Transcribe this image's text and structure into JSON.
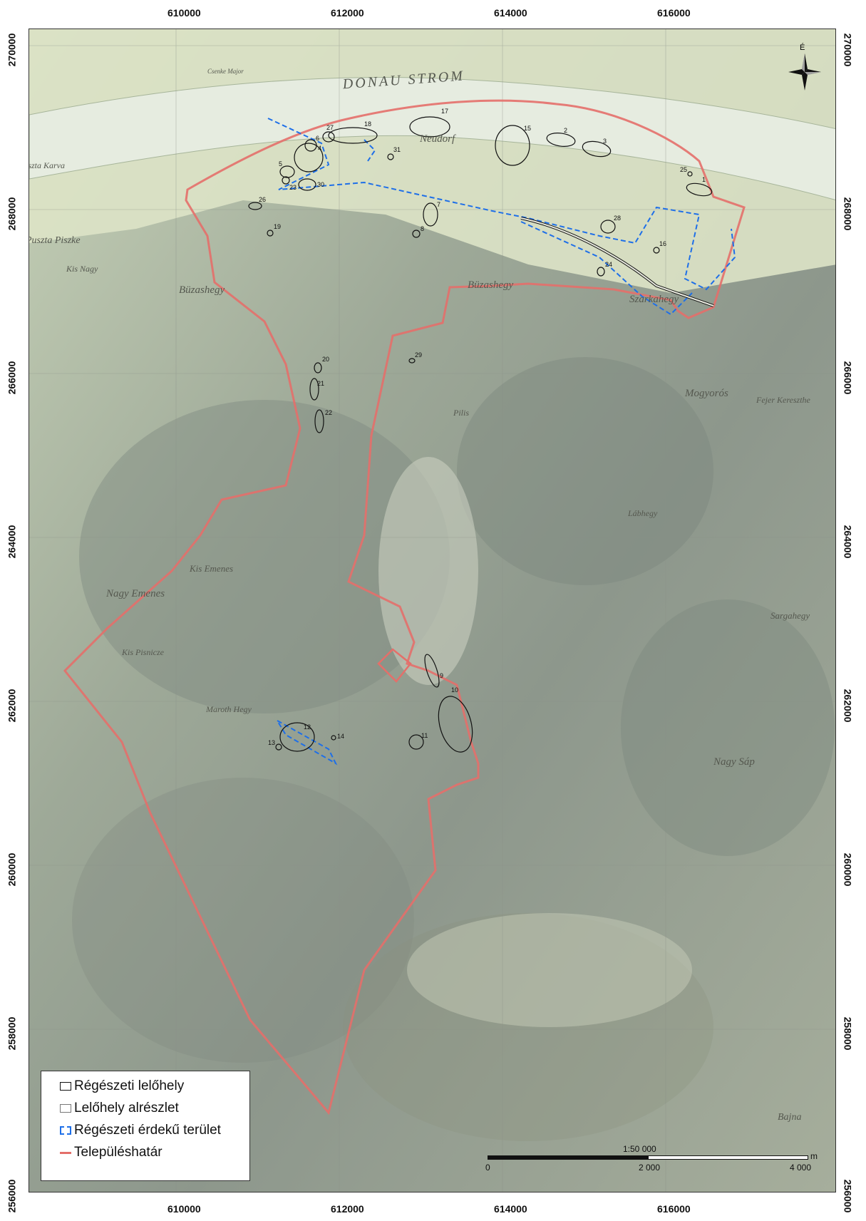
{
  "map": {
    "x_ticks": [
      "610000",
      "612000",
      "614000",
      "616000"
    ],
    "y_ticks": [
      "270000",
      "268000",
      "266000",
      "264000",
      "262000",
      "260000",
      "258000",
      "256000"
    ],
    "north_label": "É",
    "place_labels": [
      "DONAU STROM",
      "Puszta Karva",
      "Puszta Piszke",
      "Büzashegy",
      "Büzashegy",
      "Szarkahegy",
      "Neudorf",
      "Nagy Sáp",
      "Bajna",
      "Mogyorós",
      "Maroth Hegy",
      "Nagy Emenes",
      "Kis Emenes",
      "Kis Pisnicze",
      "Lábhegy",
      "Sargahegy",
      "Fejer Kereszthe",
      "Kis Nagy",
      "Pilis",
      "Csenke Major"
    ],
    "site_numbers": [
      "1",
      "2",
      "3",
      "4",
      "5",
      "6",
      "7",
      "8",
      "9",
      "10",
      "11",
      "12",
      "13",
      "14",
      "15",
      "16",
      "17",
      "18",
      "19",
      "20",
      "21",
      "22",
      "23",
      "24",
      "25",
      "26",
      "27",
      "28",
      "29",
      "30",
      "31"
    ],
    "colors": {
      "boundary": "#e46f6a",
      "interest": "#1e6fe8",
      "site": "#111111",
      "river": "#d8e2d2"
    }
  },
  "legend": {
    "site": "Régészeti lelőhely",
    "subsite": "Lelőhely alrészlet",
    "interest": "Régészeti érdekű terület",
    "boundary": "Településhatár"
  },
  "scale": {
    "ratio": "1:50 000",
    "labels": [
      "0",
      "2 000",
      "4 000"
    ],
    "unit": "m"
  }
}
